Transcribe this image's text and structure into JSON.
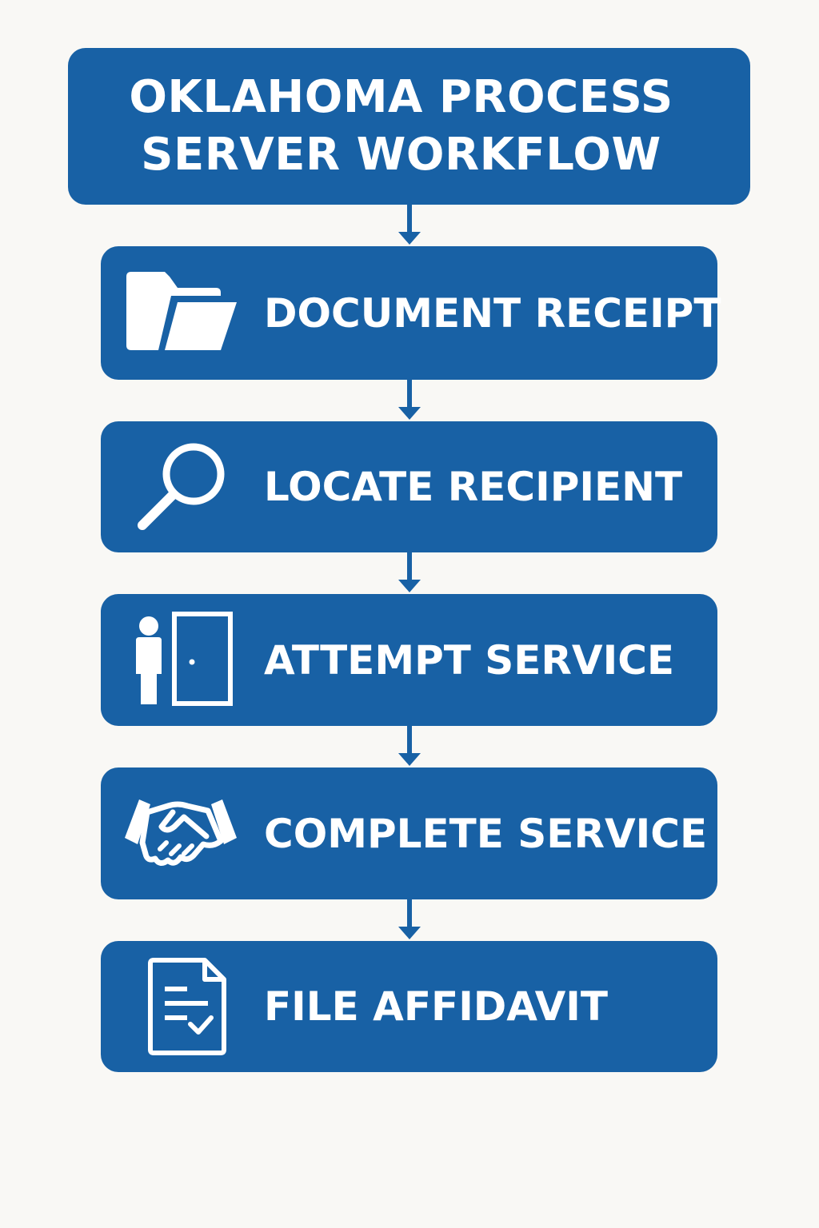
{
  "title": {
    "line1": "OKLAHOMA PROCESS",
    "line2": "SERVER WORKFLOW"
  },
  "colors": {
    "background": "#f9f8f5",
    "box": "#1861a5",
    "text": "#ffffff",
    "arrow": "#1861a5"
  },
  "steps": [
    {
      "label": "DOCUMENT RECEIPT",
      "icon": "folder-icon"
    },
    {
      "label": "LOCATE RECIPIENT",
      "icon": "magnifier-icon"
    },
    {
      "label": "ATTEMPT SERVICE",
      "icon": "person-door-icon"
    },
    {
      "label": "COMPLETE SERVICE",
      "icon": "handshake-icon"
    },
    {
      "label": "FILE AFFIDAVIT",
      "icon": "document-check-icon"
    }
  ]
}
